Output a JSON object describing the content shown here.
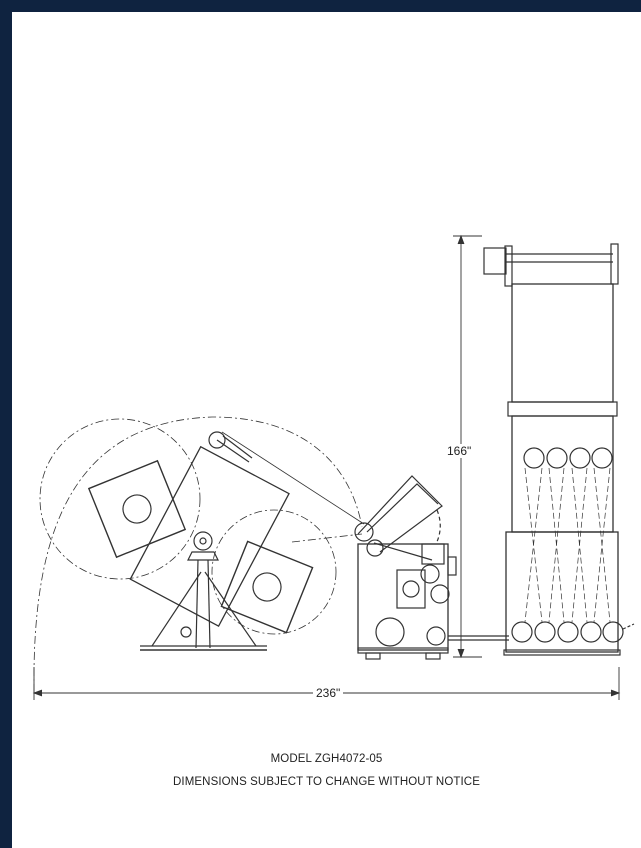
{
  "drawing": {
    "height_dimension": "166\"",
    "width_dimension": "236\""
  },
  "caption": {
    "model": "MODEL ZGH4072-05",
    "note": "DIMENSIONS SUBJECT TO CHANGE WITHOUT NOTICE"
  },
  "colors": {
    "frame": "#0f2340",
    "sheet": "#ffffff",
    "line": "#333333"
  }
}
